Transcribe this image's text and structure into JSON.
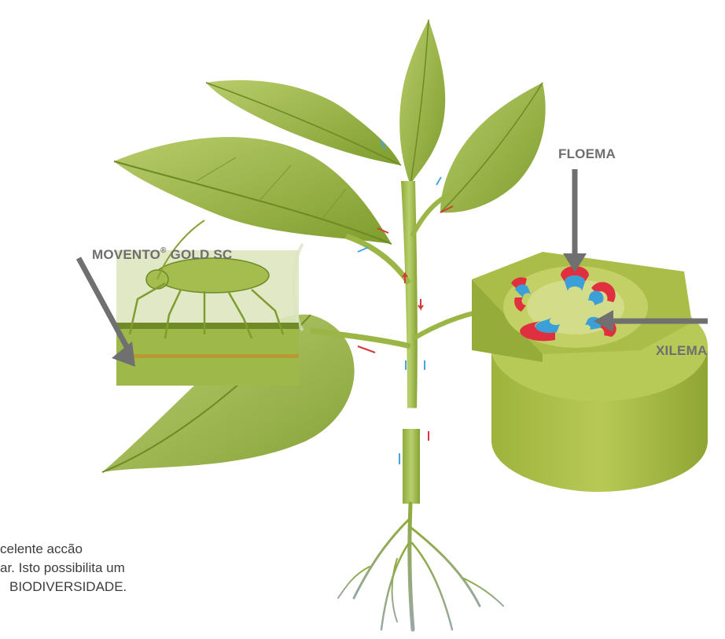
{
  "labels": {
    "floema": "FLOEMA",
    "xilema": "XILEMA",
    "product_name": "MOVENTO",
    "product_mark": "®",
    "product_suffix": " GOLD SC"
  },
  "caption": {
    "line1": "celente accão",
    "line2": "ar. Isto possibilita um",
    "line3": "BIODIVERSIDADE."
  },
  "colors": {
    "leaf": "#8fae3a",
    "leaf_dark": "#6d8a24",
    "stem": "#9bb645",
    "xylem": "#3b9fd8",
    "phloem": "#e0303f",
    "pointer": "#707070",
    "sap_up": "#4aa3dc",
    "sap_down": "#d43a3a"
  }
}
